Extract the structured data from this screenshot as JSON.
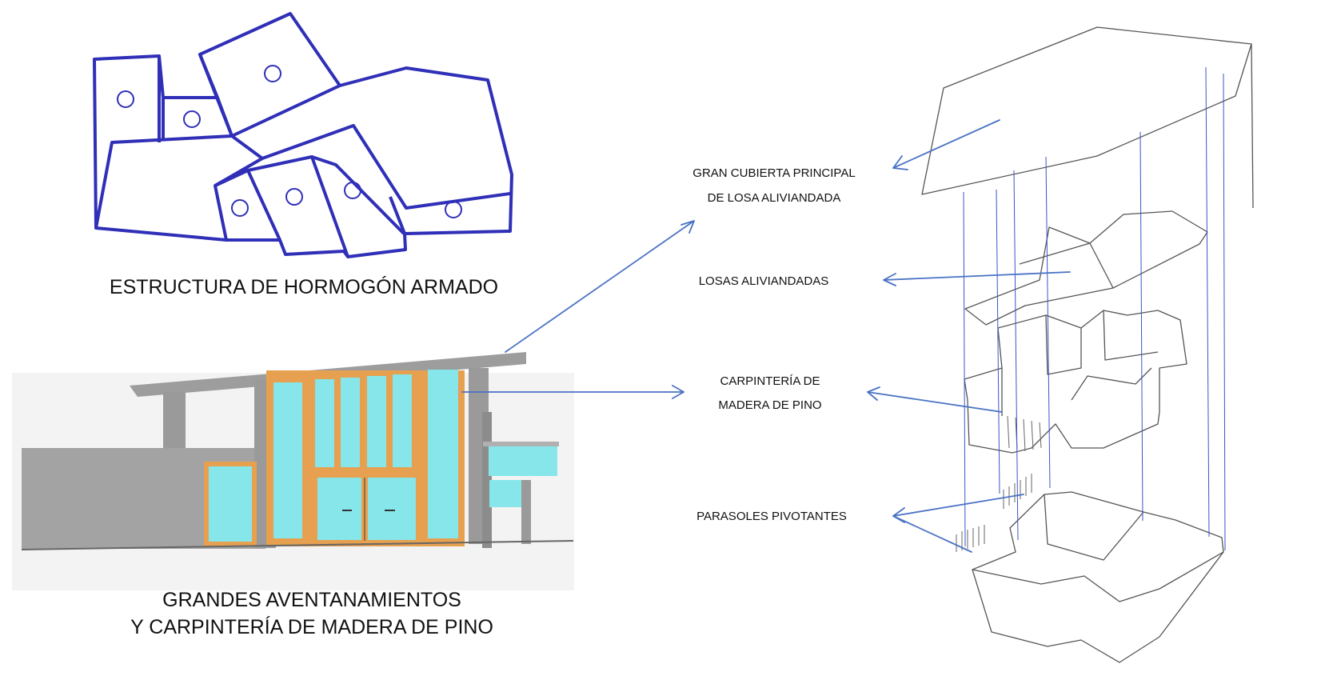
{
  "captions": {
    "structure": "ESTRUCTURA DE HORMOGÓN ARMADO",
    "windows_line1": "GRANDES AVENTANAMIENTOS",
    "windows_line2": "Y CARPINTERÍA DE MADERA DE PINO"
  },
  "labels": {
    "roof_line1": "GRAN CUBIERTA PRINCIPAL",
    "roof_line2": "DE LOSA ALIVIANDADA",
    "slabs": "LOSAS ALIVIANDADAS",
    "carpentry_line1": "CARPINTERÍA DE",
    "carpentry_line2": "MADERA DE PINO",
    "sunshades": "PARASOLES PIVOTANTES"
  },
  "colors": {
    "plan_stroke": "#2f2fb8",
    "arrow": "#4a72c4",
    "glass": "#86e6ea",
    "wood": "#e6a050",
    "wall": "#9a9a9a",
    "sketch": "#555555"
  }
}
